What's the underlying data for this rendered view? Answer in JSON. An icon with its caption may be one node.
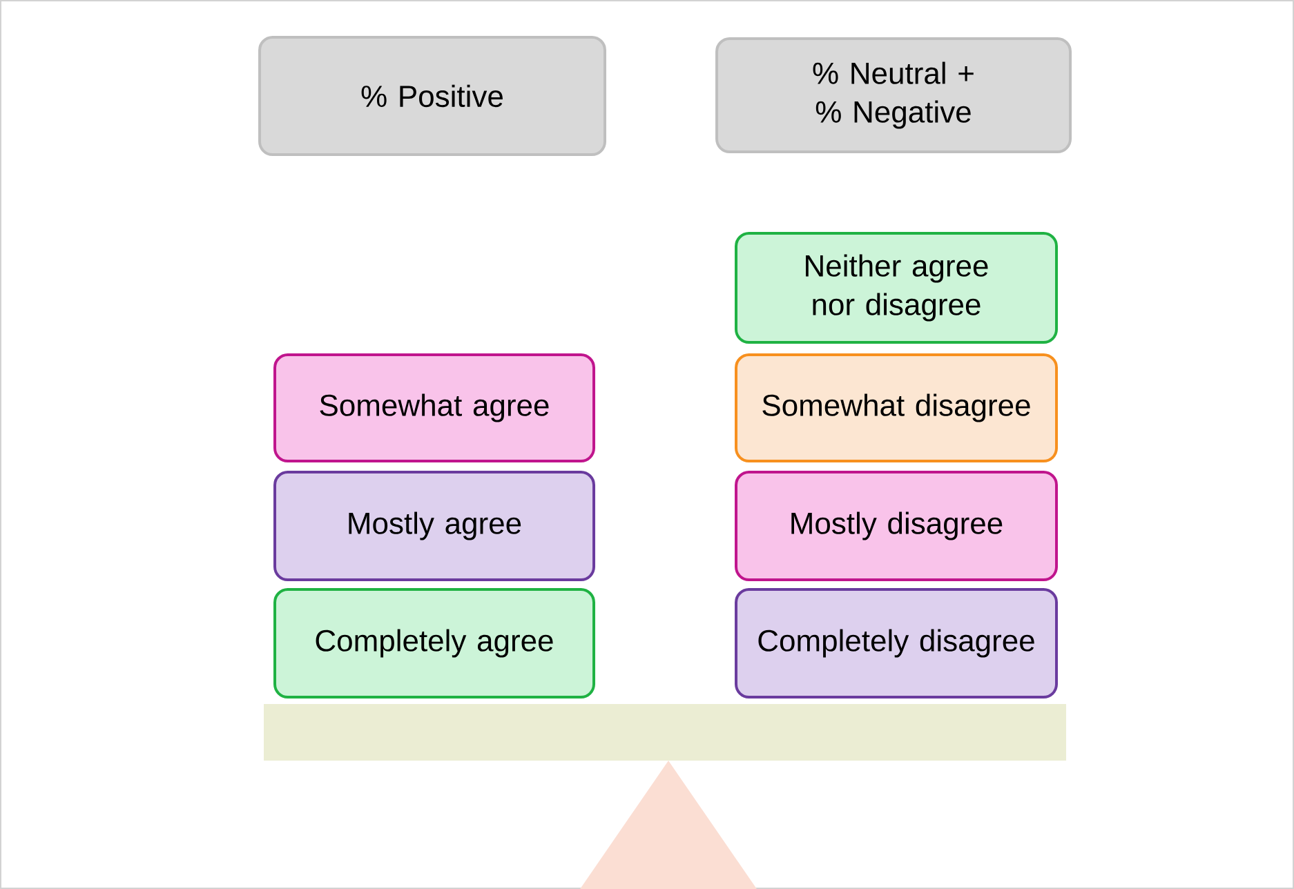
{
  "diagram": {
    "nodes": [
      {
        "text": [
          "% Positive"
        ]
      },
      {
        "text": [
          "% Neutral + % Negative"
        ]
      },
      {
        "text": [
          "Neither agree nor disagree"
        ]
      },
      {
        "text": [
          "Somewhat agree"
        ]
      },
      {
        "text": [
          "Somewhat disagree"
        ]
      },
      {
        "text": [
          "Mostly agree"
        ]
      },
      {
        "text": [
          "Mostly disagree"
        ]
      },
      {
        "text": [
          "Completely agree"
        ]
      },
      {
        "text": [
          "Completely disagree"
        ]
      }
    ]
  }
}
